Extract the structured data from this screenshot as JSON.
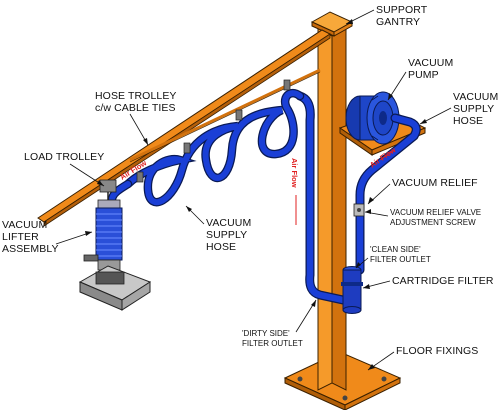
{
  "labels": {
    "support_gantry": [
      "SUPPORT",
      "GANTRY"
    ],
    "vacuum_pump": [
      "VACUUM",
      "PUMP"
    ],
    "vacuum_supply_hose_right": [
      "VACUUM",
      "SUPPLY",
      "HOSE"
    ],
    "hose_trolley": [
      "HOSE TROLLEY",
      "c/w CABLE TIES"
    ],
    "load_trolley": "LOAD TROLLEY",
    "vacuum_relief": "VACUUM RELIEF",
    "vacuum_relief_valve": [
      "VACUUM RELIEF VALVE",
      "ADJUSTMENT SCREW"
    ],
    "vacuum_lifter_assembly": [
      "VACUUM",
      "LIFTER",
      "ASSEMBLY"
    ],
    "vacuum_supply_hose_center": [
      "VACUUM",
      "SUPPLY",
      "HOSE"
    ],
    "clean_side": [
      "'CLEAN SIDE'",
      "FILTER OUTLET"
    ],
    "cartridge_filter": "CARTRIDGE FILTER",
    "dirty_side": [
      "'DIRTY SIDE'",
      "FILTER OUTLET"
    ],
    "floor_fixings": "FLOOR FIXINGS"
  },
  "flow_labels": {
    "near_pump": "Air Flow",
    "vertical": "Air Flow",
    "near_trolley": "Air Flow"
  },
  "colors": {
    "gantry": "#f08a1a",
    "hose": "#1a3fd6",
    "pump": "#1e46c8",
    "flow_text": "#e02020"
  }
}
